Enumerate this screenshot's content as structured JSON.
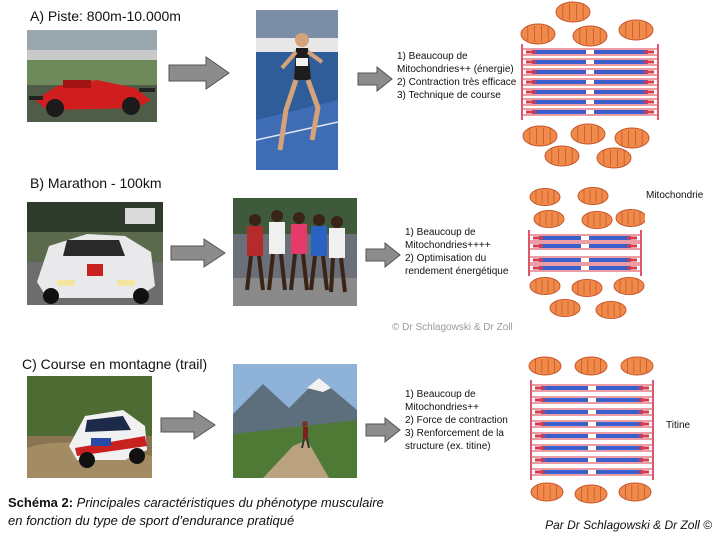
{
  "sections": [
    {
      "title": "A) Piste: 800m-10.000m",
      "vehicle_icon": "race-car-photo",
      "athlete_icon": "sprinter-photo",
      "points": [
        "1) Beaucoup de",
        "Mitochondries++ (énergie)",
        "2) Contraction très efficace",
        "3) Technique de course"
      ]
    },
    {
      "title": "B) Marathon - 100km",
      "vehicle_icon": "endurance-car-photo",
      "athlete_icon": "marathon-runners-photo",
      "points": [
        "1) Beaucoup de",
        "Mitochondries++++",
        "2) Optimisation du",
        "rendement énergétique"
      ]
    },
    {
      "title": "C) Course en montagne (trail)",
      "vehicle_icon": "rally-car-photo",
      "athlete_icon": "trail-runner-photo",
      "points": [
        "1) Beaucoup de",
        "Mitochondries++",
        "2) Force de contraction",
        "3) Renforcement de la",
        "structure (ex. titine)"
      ]
    }
  ],
  "labels": {
    "mitochondrie": "Mitochondrie",
    "titine": "Titine"
  },
  "copyright": "© Dr Schlagowski & Dr Zoll",
  "caption": {
    "prefix": "Schéma 2",
    "sep": ":",
    "line1": " Principales caractéristiques du phénotype musculaire",
    "line2": "en fonction du type de sport d’endurance pratiqué"
  },
  "credit": "Par Dr Schlagowski & Dr Zoll ©",
  "colors": {
    "mitochondria_fill": "#f08a4b",
    "mitochondria_stroke": "#c8562a",
    "actin": "#d93a4a",
    "myosin": "#3a5fcd",
    "z_line": "#e0566a",
    "arrow_fill": "#8c8c8c"
  }
}
